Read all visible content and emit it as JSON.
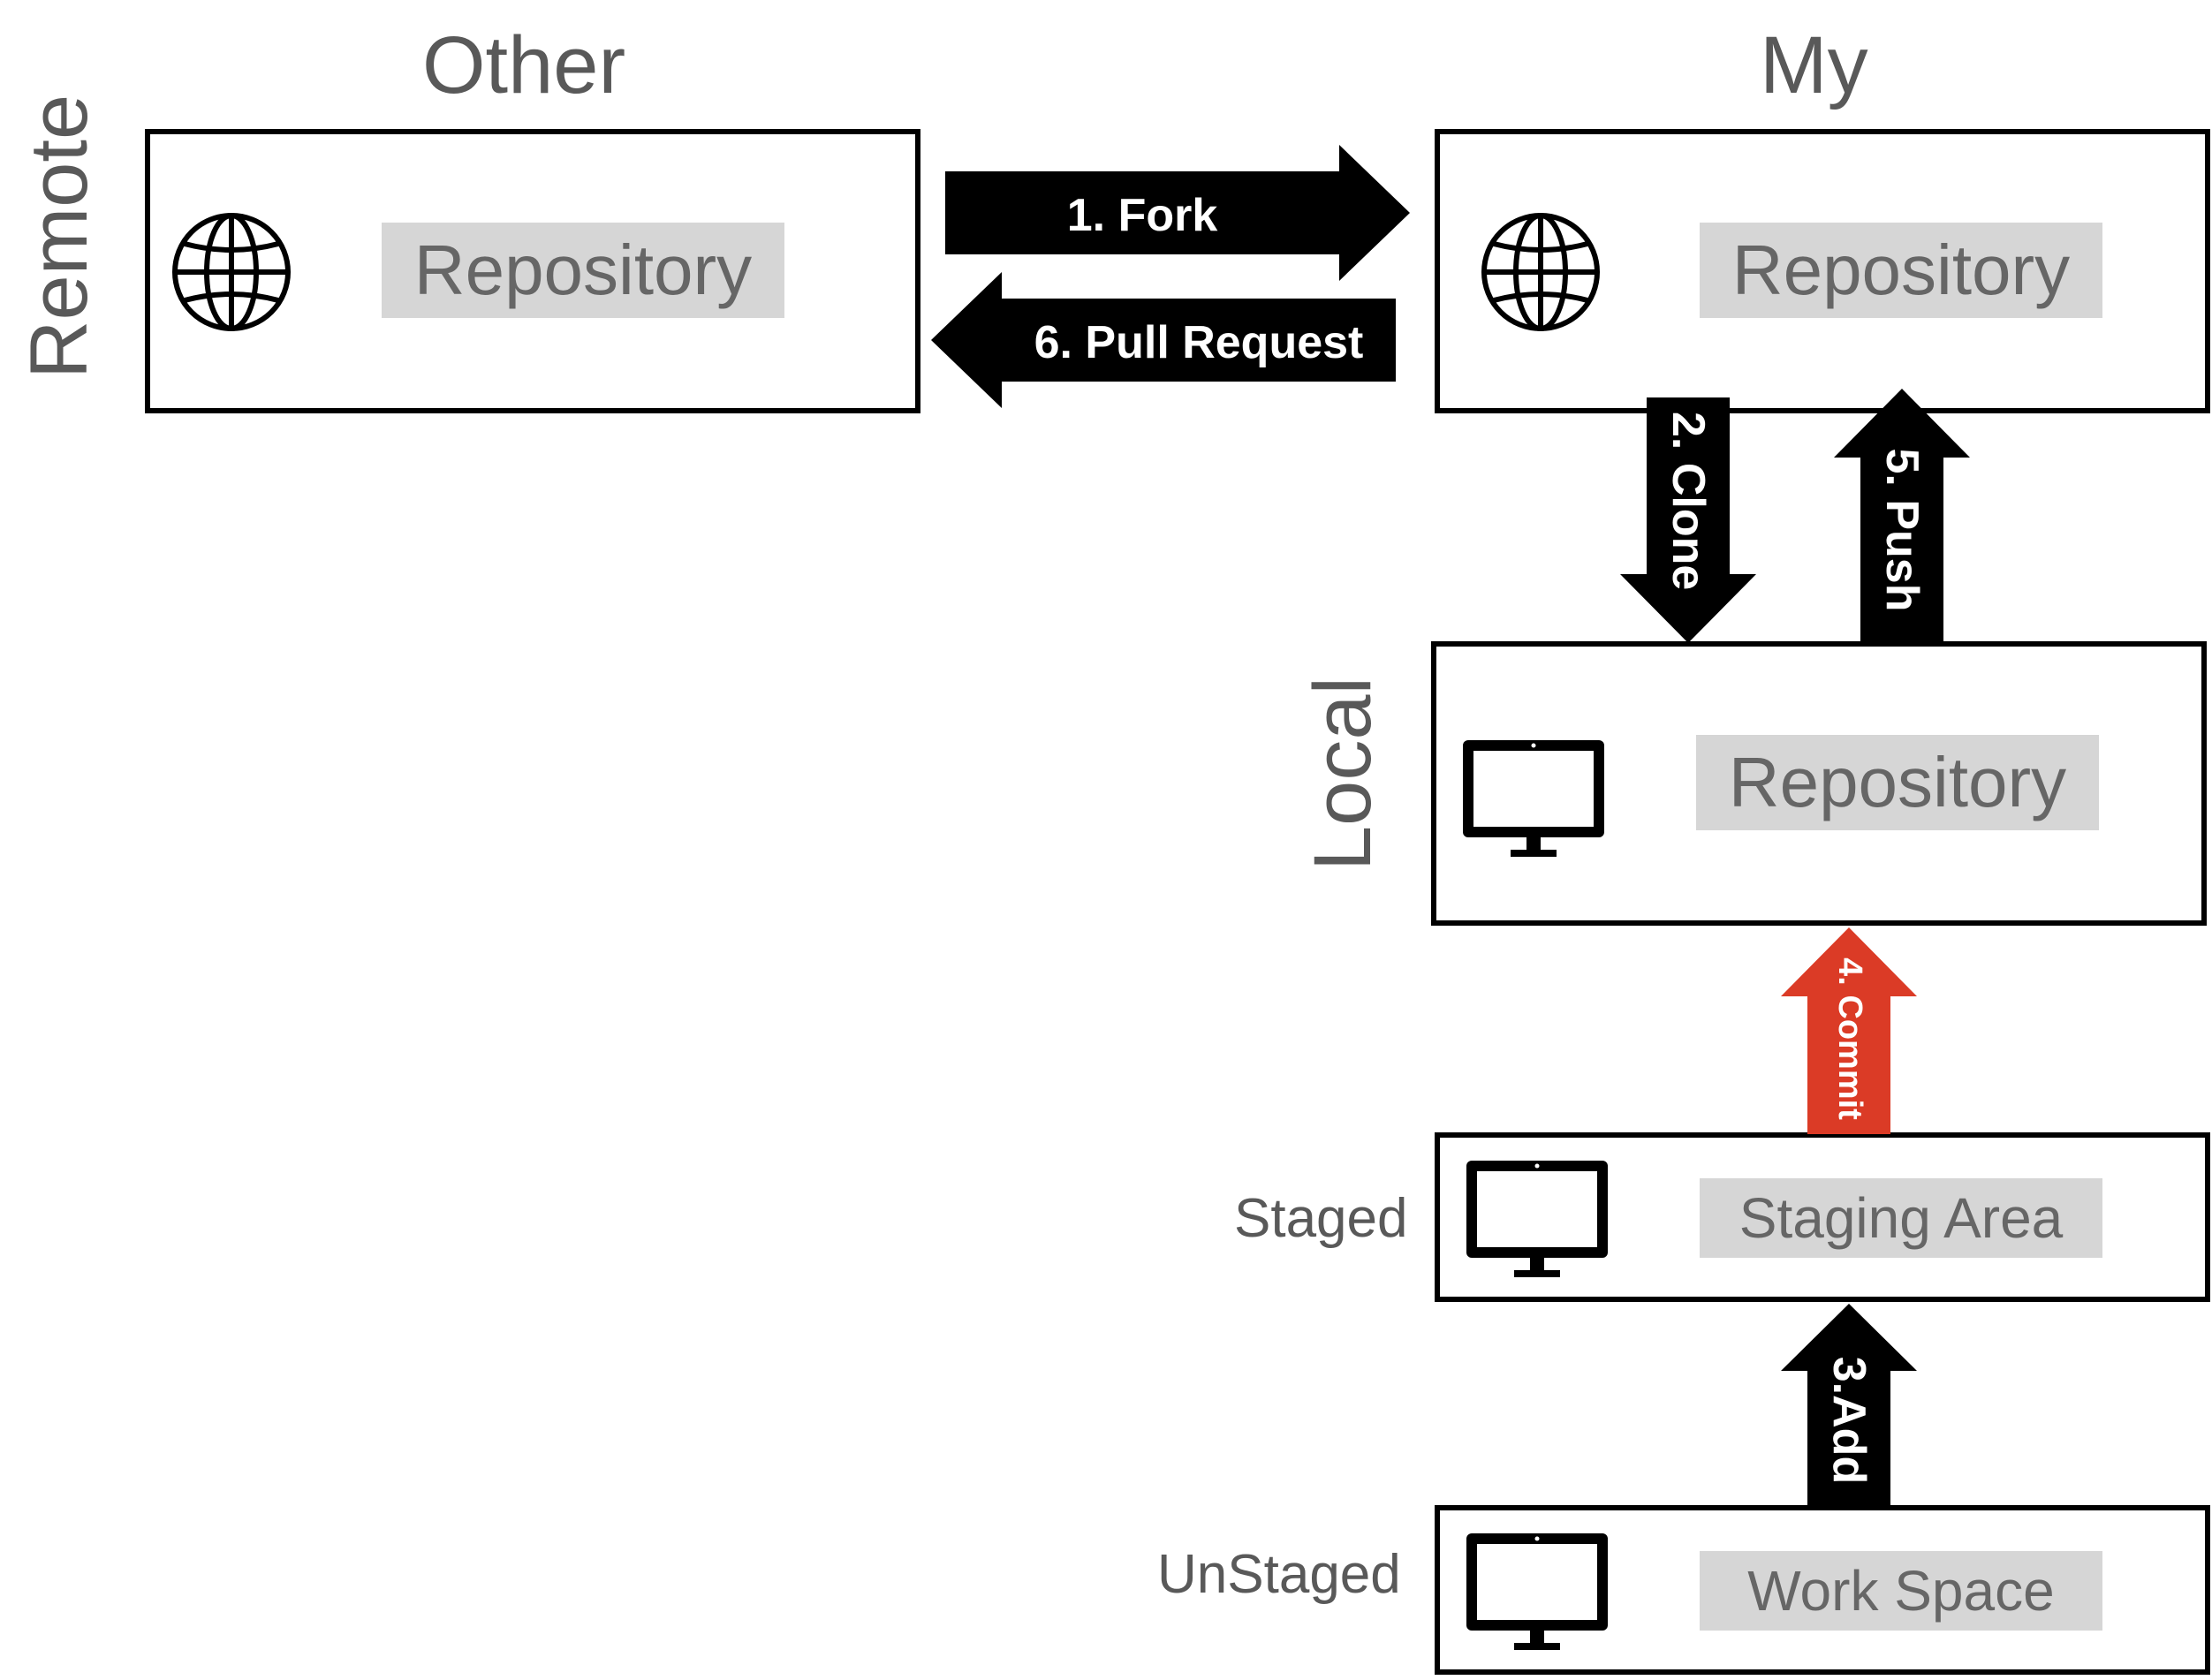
{
  "headings": {
    "other": "Other",
    "my": "My"
  },
  "sections": {
    "remote": "Remote",
    "local": "Local",
    "staged": "Staged",
    "unstaged": "UnStaged"
  },
  "boxes": {
    "other_remote": {
      "label": "Repository",
      "icon": "globe-icon"
    },
    "my_remote": {
      "label": "Repository",
      "icon": "globe-icon"
    },
    "my_local": {
      "label": "Repository",
      "icon": "monitor-icon"
    },
    "staging": {
      "label": "Staging Area",
      "icon": "monitor-icon"
    },
    "workspace": {
      "label": "Work Space",
      "icon": "monitor-icon"
    }
  },
  "steps": {
    "fork": "1. Fork",
    "clone": "2. Clone",
    "add": "3.Add",
    "commit": "4. Commit",
    "push": "5. Push",
    "pull_request": "6. Pull Request"
  },
  "colors": {
    "arrow": "#000000",
    "commit_arrow": "#db3b26",
    "label_bg": "#d6d6d6",
    "text": "#595959"
  }
}
